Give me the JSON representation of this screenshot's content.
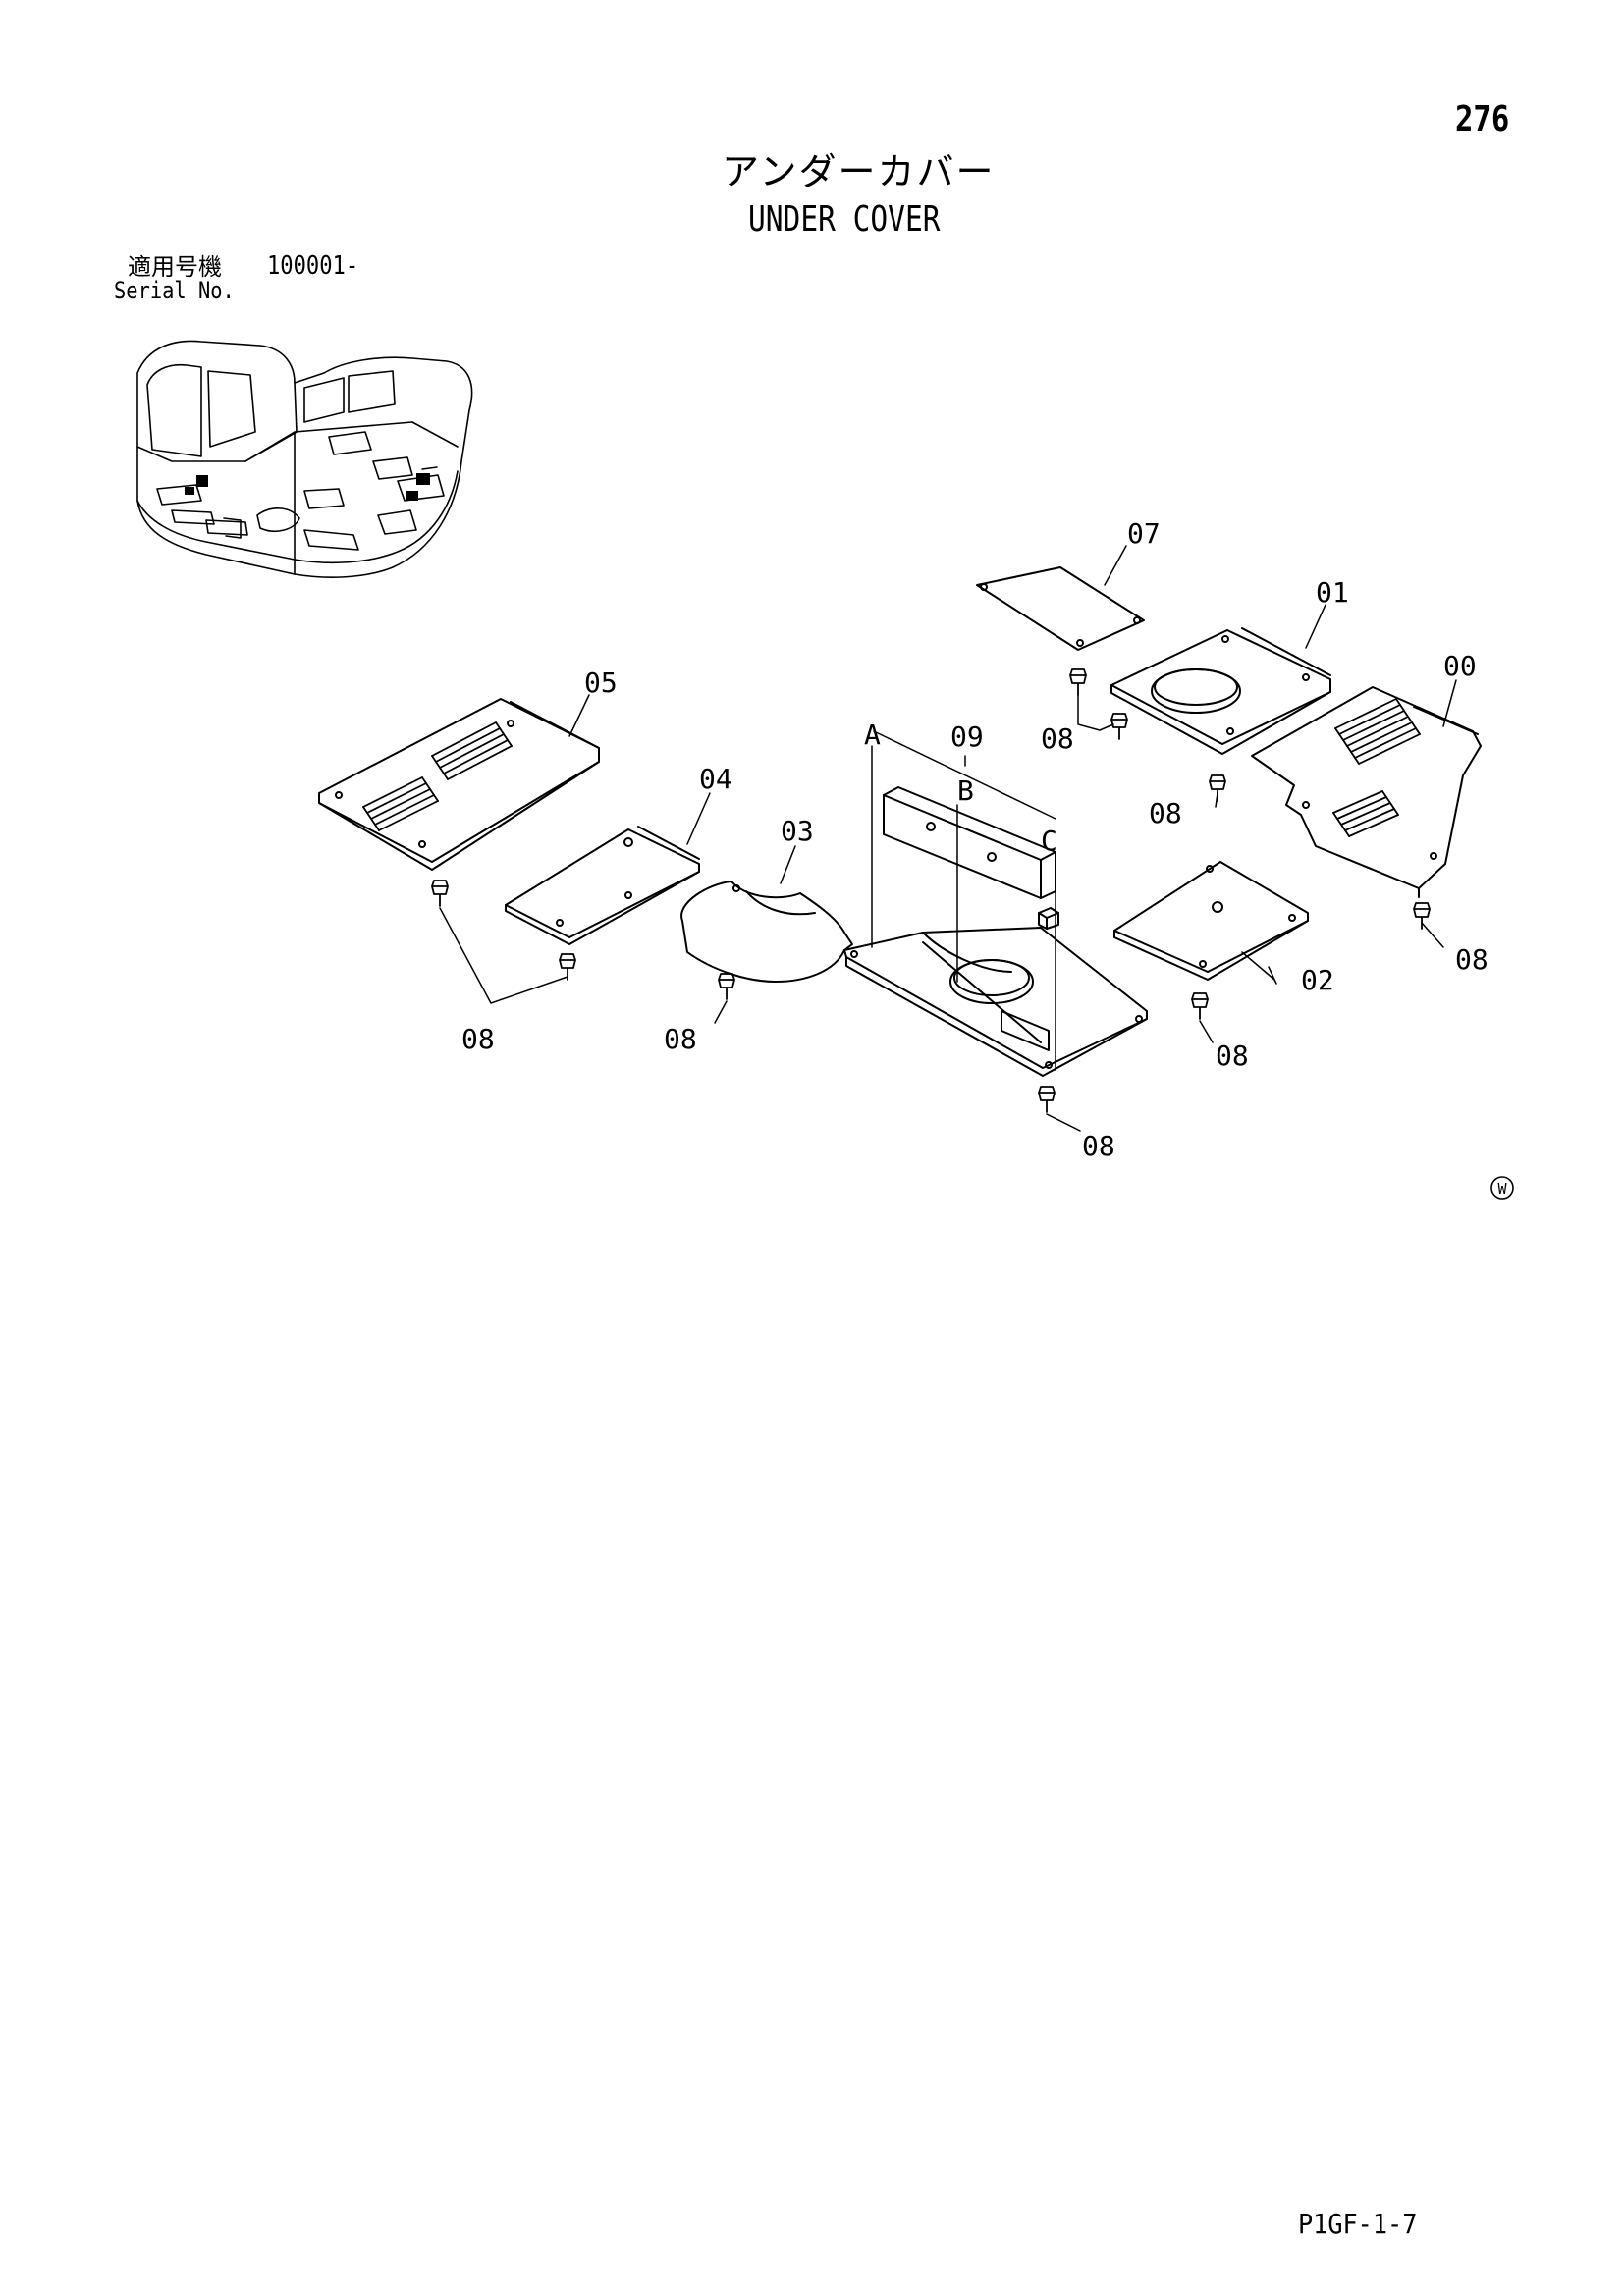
{
  "header": {
    "page_number": "276",
    "title_jp": "アンダーカバー",
    "title_en": "UNDER COVER"
  },
  "serial": {
    "label_jp": "適用号機",
    "value": "100001-",
    "label_en": "Serial No."
  },
  "callouts": {
    "p00": "00",
    "p01": "01",
    "p02": "02",
    "p03": "03",
    "p04": "04",
    "p05": "05",
    "p07": "07",
    "p08": "08",
    "p09": "09",
    "a": "A",
    "b": "B",
    "c": "C"
  },
  "watermark": "W",
  "footer": {
    "code": "P1GF-1-7"
  }
}
